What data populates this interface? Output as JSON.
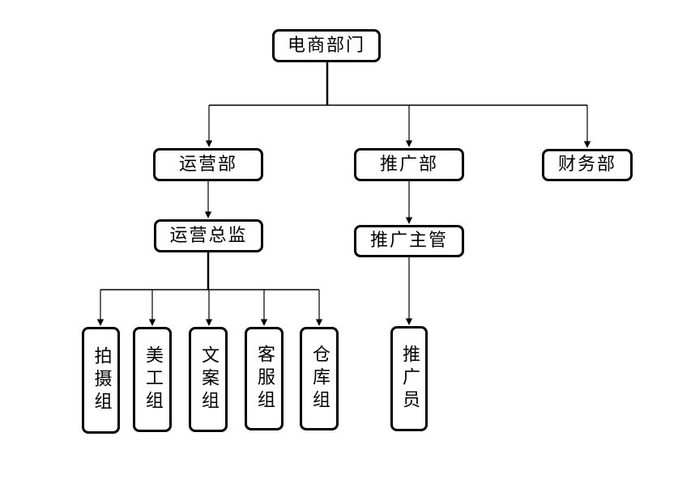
{
  "diagram": {
    "root": "电商部门",
    "level1": {
      "ops": "运营部",
      "promo": "推广部",
      "finance": "财务部"
    },
    "level2": {
      "ops_director": "运营总监",
      "promo_supervisor": "推广主管"
    },
    "level3": {
      "photo": "拍摄组",
      "art": "美工组",
      "copy": "文案组",
      "service": "客服组",
      "warehouse": "仓库组",
      "promoter": "推广员"
    },
    "colors": {
      "line": "#000000",
      "box_border": "#000000",
      "background": "#ffffff"
    }
  }
}
